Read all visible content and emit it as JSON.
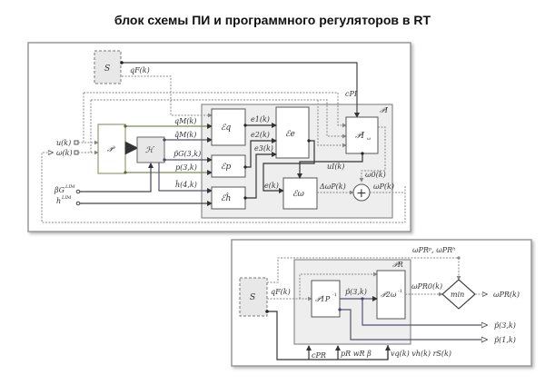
{
  "title": "блок схемы ПИ и программного регуляторов в RT",
  "top_diagram": {
    "blocks": {
      "S": "S",
      "P": "𝒫",
      "H": "ℋ",
      "Eq": "ℰq",
      "Ep": "ℰp",
      "Eh": "ℰĥ",
      "Ee": "ℰe",
      "Ew": "ℰω",
      "PIw": "𝒫I",
      "PIw_sub": "ω",
      "PI_group": "𝒫I",
      "sum": "+"
    },
    "signals": {
      "qF": "qF(k)",
      "cPI": "cPI",
      "u": "u(k)",
      "omega": "ω(k)",
      "qM": "qM(k)",
      "qM_hat": "q̂M(k)",
      "pG_hat": "p̂G(3,k)",
      "p3": "p(3,k)",
      "h4_hat": "ĥ(4,k)",
      "beta": "βG",
      "beta_sup": "LIM",
      "h": "h",
      "h_sup": "LIM",
      "e1": "e1(k)",
      "e2": "e2(k)",
      "e3": "e3(k)",
      "e": "e(k)",
      "uI": "uI(k)",
      "w0": "ω0(k)",
      "dwP": "ΔωP(k)",
      "wP": "ωP(k)"
    }
  },
  "bottom_diagram": {
    "blocks": {
      "S": "S",
      "P1P": "𝒫1P",
      "P1P_sup": "-1",
      "P2w": "𝒫2ω",
      "P2w_sup": "-1",
      "PR_group": "𝒫R",
      "min": "min"
    },
    "signals": {
      "qF": "qF(k)",
      "p3_hat": "p̂(3,k)",
      "wPR0": "ωPR0(k)",
      "wPR_limits": "ωPRᵖ, ωPRʰ",
      "wPR": "ωPR(k)",
      "p3_out": "p̂(3,k)",
      "p1_out": "p̂(1,k)",
      "cPR": "cPR",
      "params": "pR wR β",
      "vq": "vq(k) vh(k) rS(k)"
    }
  }
}
